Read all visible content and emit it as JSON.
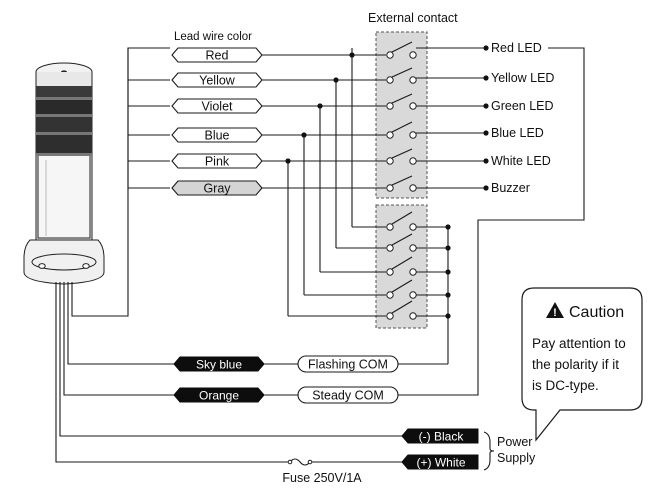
{
  "external_contact_label": "External contact",
  "lead_wire_color_label": "Lead wire color",
  "lead_wires": [
    "Red",
    "Yellow",
    "Violet",
    "Blue",
    "Pink",
    "Gray"
  ],
  "outputs": [
    "Red LED",
    "Yellow LED",
    "Green LED",
    "Blue LED",
    "White LED",
    "Buzzer"
  ],
  "com_wires": [
    {
      "color": "Sky blue",
      "label": "Flashing COM"
    },
    {
      "color": "Orange",
      "label": "Steady COM"
    }
  ],
  "power_wires": [
    "(-) Black",
    "(+) White"
  ],
  "power_supply_label": [
    "Power",
    "Supply"
  ],
  "fuse_label": "Fuse 250V/1A",
  "caution": {
    "title": "Caution",
    "lines": [
      "Pay attention to",
      "the polarity if it",
      "is DC-type."
    ]
  }
}
